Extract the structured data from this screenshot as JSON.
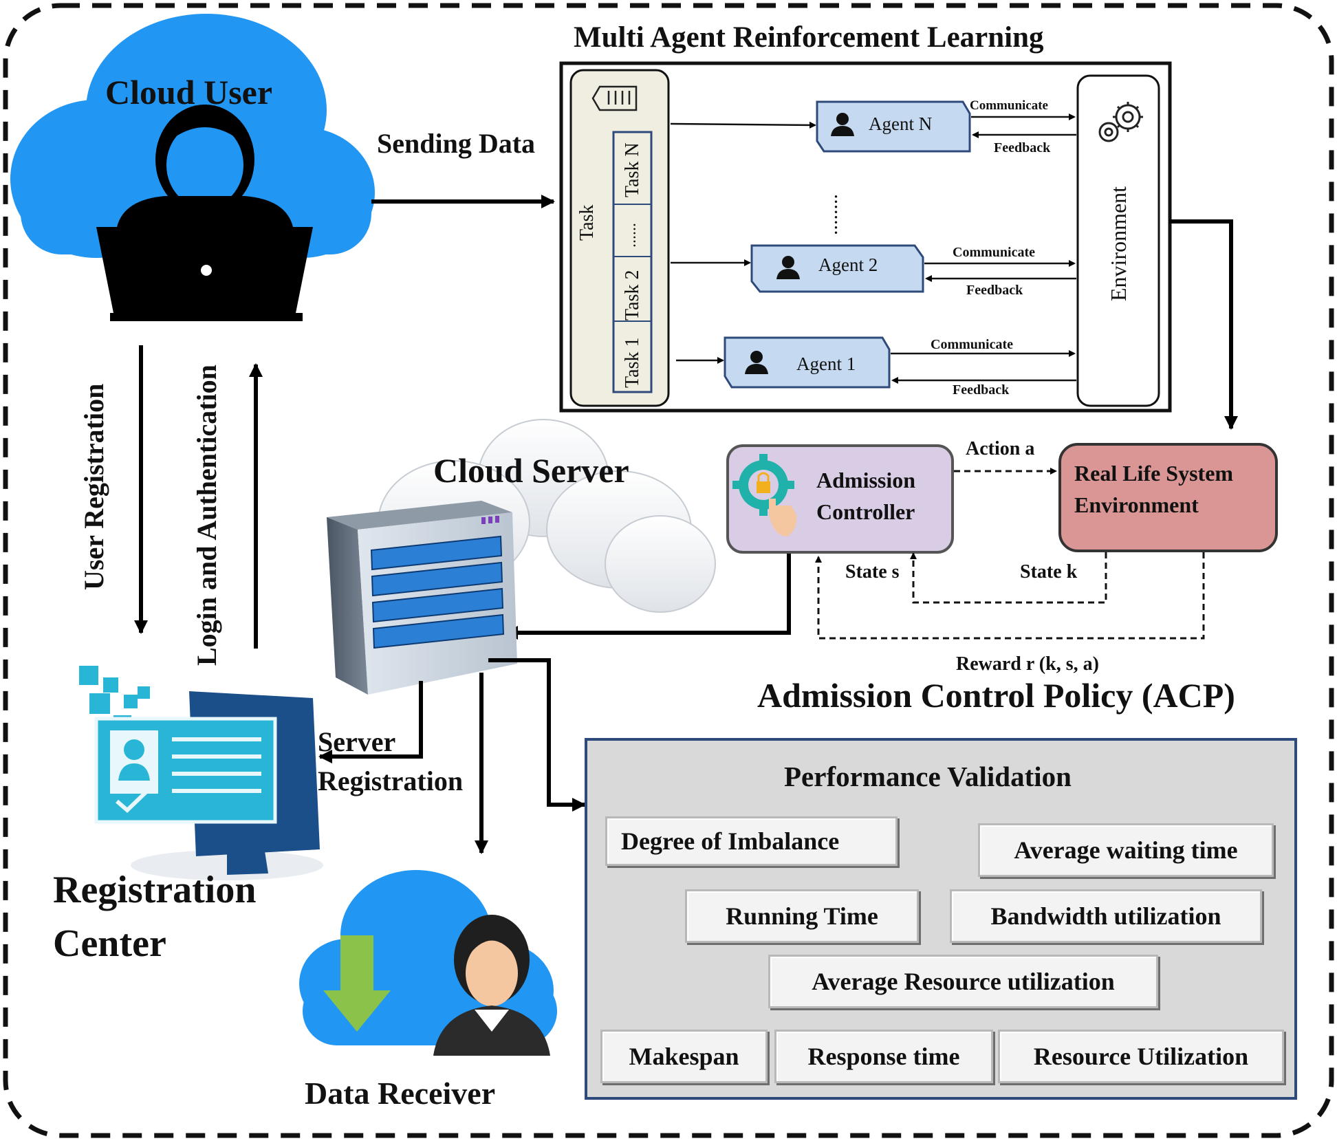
{
  "title": "Multi Agent Reinforcement Learning",
  "cloud_user": "Cloud User",
  "sending_data": "Sending Data",
  "task_column": {
    "icon": "task-list-icon",
    "label": "Task",
    "items": [
      "Task N",
      "......",
      "Task 2",
      "Task 1"
    ]
  },
  "agents": [
    "Agent N",
    "Agent 2",
    "Agent 1"
  ],
  "agent_dots": "........",
  "communicate": "Communicate",
  "feedback": "Feedback",
  "environment": "Environment",
  "cloud_server": "Cloud Server",
  "user_registration": "User Registration",
  "login_auth": "Login and Authentication",
  "registration_center": [
    "Registration",
    "Center"
  ],
  "server_registration": [
    "Server",
    "Registration"
  ],
  "data_receiver": "Data Receiver",
  "acp": {
    "admission_controller": [
      "Admission",
      "Controller"
    ],
    "action": "Action a",
    "real_life": [
      "Real Life System",
      "Environment"
    ],
    "state_s": "State s",
    "state_k": "State k",
    "reward": "Reward  r (k, s, a)",
    "title": "Admission Control Policy (ACP)"
  },
  "performance": {
    "title": "Performance Validation",
    "metrics": [
      "Degree of Imbalance",
      "Average waiting  time",
      "Running  Time",
      "Bandwidth  utilization",
      "Average Resource utilization",
      "Makespan",
      "Response time",
      "Resource Utilization"
    ]
  },
  "colors": {
    "cloud_blue": "#2196f3",
    "agent_fill": "#c5d9f0",
    "admission_fill": "#d9cde6",
    "real_life_fill": "#d99694",
    "panel_gray": "#d9d9d9",
    "task_fill": "#efeee0"
  }
}
